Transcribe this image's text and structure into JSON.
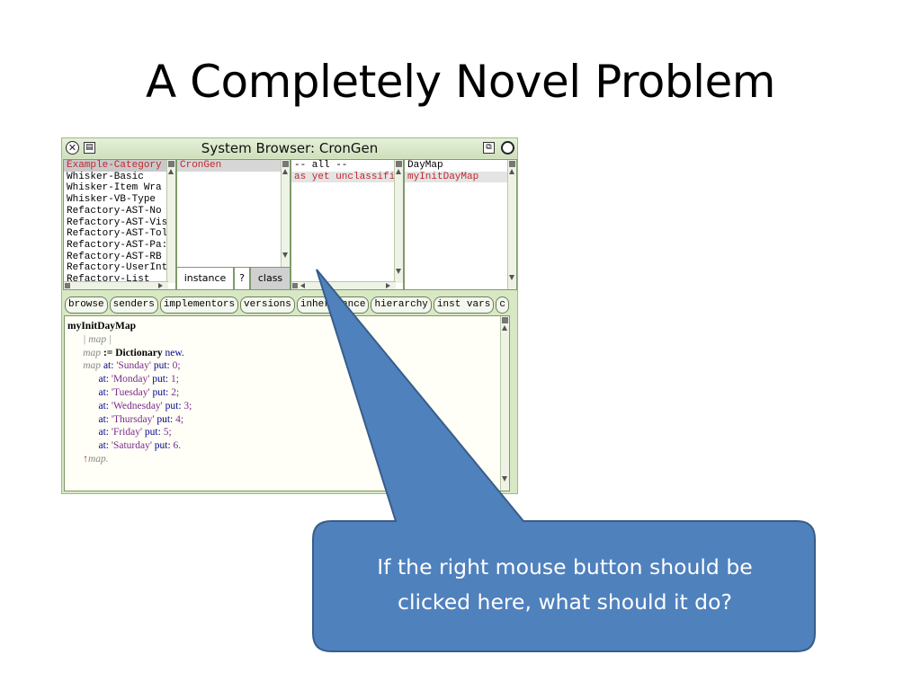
{
  "slide": {
    "title": "A Completely Novel Problem",
    "callout_text_line1": "If the right mouse button should be",
    "callout_text_line2": "clicked here, what should it do?"
  },
  "colors": {
    "window_bg": "#d8e8c4",
    "selection_red": "#c0282e",
    "callout_fill": "#4f81bd",
    "callout_border": "#385d8a"
  },
  "window": {
    "title": "System Browser: CronGen",
    "close_icon": "close-icon",
    "menu_icon": "menu-icon",
    "collapse_icon": "collapse-icon",
    "expand_icon": "expand-icon"
  },
  "categories": [
    {
      "label": "Example-Category",
      "selected": true
    },
    {
      "label": "Whisker-Basic",
      "selected": false
    },
    {
      "label": "Whisker-Item Wra",
      "selected": false
    },
    {
      "label": "Whisker-VB-Type",
      "selected": false
    },
    {
      "label": "Refactory-AST-No",
      "selected": false
    },
    {
      "label": "Refactory-AST-Vis",
      "selected": false
    },
    {
      "label": "Refactory-AST-Tol",
      "selected": false
    },
    {
      "label": "Refactory-AST-Pa:",
      "selected": false
    },
    {
      "label": "Refactory-AST-RB",
      "selected": false
    },
    {
      "label": "Refactory-UserInt",
      "selected": false
    },
    {
      "label": "Refactory-List",
      "selected": false
    }
  ],
  "classes": [
    {
      "label": "CronGen",
      "selected": true
    }
  ],
  "side_toggle": {
    "instance": "instance",
    "help": "?",
    "class": "class"
  },
  "protocols": [
    {
      "label": "-- all --",
      "selected": false
    },
    {
      "label": "as yet unclassifie",
      "selected": true
    }
  ],
  "methods": [
    {
      "label": "DayMap",
      "selected": false
    },
    {
      "label": "myInitDayMap",
      "selected": true
    }
  ],
  "buttons": [
    "browse",
    "senders",
    "implementors",
    "versions",
    "inheritance",
    "hierarchy",
    "inst vars",
    "c"
  ],
  "code": {
    "selector": "myInitDayMap",
    "temps": "| map |",
    "assign_var": "map",
    "assign_op": ":=",
    "assign_class": "Dictionary",
    "assign_msg": "new.",
    "first_receiver": "map",
    "cascade": [
      {
        "key": "at:",
        "day": "'Sunday'",
        "put": "put:",
        "val": "0;"
      },
      {
        "key": "at:",
        "day": "'Monday'",
        "put": "put:",
        "val": "1;"
      },
      {
        "key": "at:",
        "day": "'Tuesday'",
        "put": "put:",
        "val": "2;"
      },
      {
        "key": "at:",
        "day": "'Wednesday'",
        "put": "put:",
        "val": "3;"
      },
      {
        "key": "at:",
        "day": "'Thursday'",
        "put": "put:",
        "val": "4;"
      },
      {
        "key": "at:",
        "day": "'Friday'",
        "put": "put:",
        "val": "5;"
      },
      {
        "key": "at:",
        "day": "'Saturday'",
        "put": "put:",
        "val": "6."
      }
    ],
    "return_arrow": "↑",
    "return_expr": "map."
  }
}
